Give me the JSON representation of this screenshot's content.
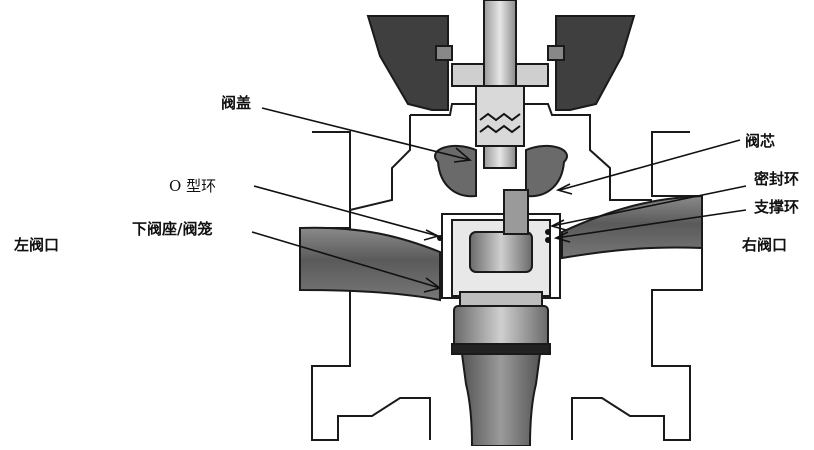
{
  "figure": {
    "title": "",
    "labels": {
      "bonnet": "阀盖",
      "plug": "阀芯",
      "o_ring": "O 型环",
      "seal_ring": "密封环",
      "lower_seat_cage": "下阀座/阀笼",
      "support_ring": "支撑环",
      "left_port": "左阀口",
      "right_port": "右阀口"
    },
    "colors": {
      "body_fill": "#ffffff",
      "outline": "#1a1a1a",
      "casting_dark": "#4a4a4a",
      "flow_gray": "#6e6e6e",
      "steel_light": "#c8c8c8"
    }
  }
}
